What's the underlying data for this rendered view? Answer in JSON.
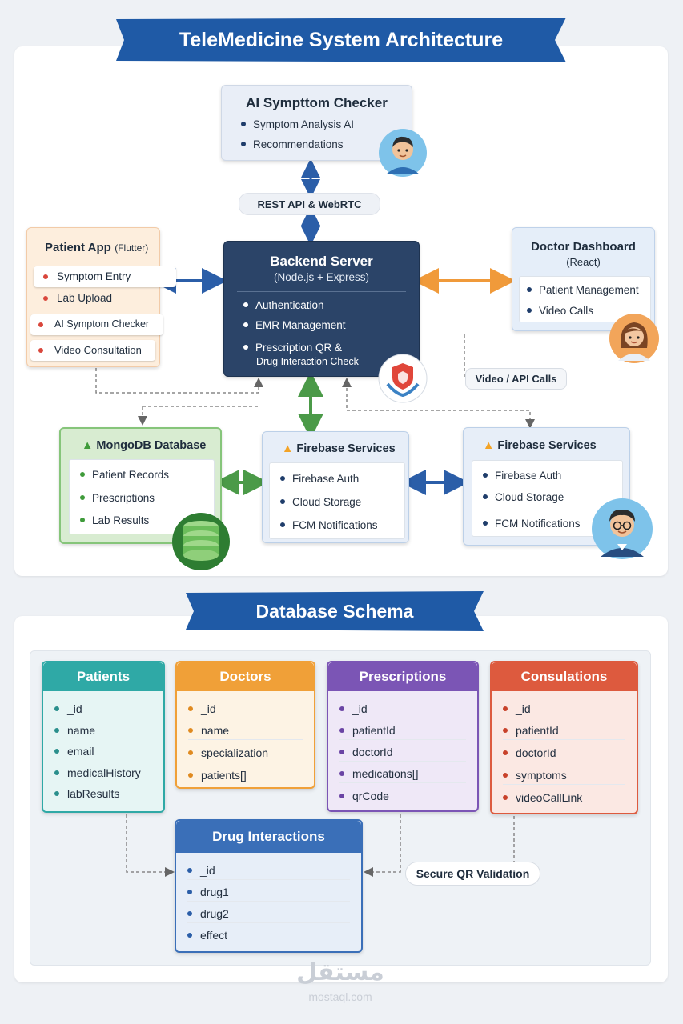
{
  "title": "TeleMedicine System Architecture",
  "ai_checker": {
    "title": "AI Sympttom Checker",
    "items": [
      "Symptom Analysis AI",
      "Recommendations"
    ]
  },
  "rest_label": "REST API & WebRTC",
  "patient_app": {
    "title": "Patient App",
    "subtitle": "(Flutter)",
    "items": [
      "Symptom Entry",
      "Lab Upload",
      "AI Symptom Checker",
      "Video Consultation"
    ]
  },
  "backend": {
    "title": "Backend Server",
    "subtitle": "(Node.js + Express)",
    "items": [
      "Authentication",
      "EMR Management",
      "Prescription QR &"
    ],
    "item_cont": "Drug Interaction Check"
  },
  "doctor_dashboard": {
    "title": "Doctor Dashboard",
    "subtitle": "(React)",
    "items": [
      "Patient Management",
      "Video Calls"
    ]
  },
  "video_api_label": "Video / API Calls",
  "mongodb": {
    "title": "MongoDB Database",
    "items": [
      "Patient Records",
      "Prescriptions",
      "Lab Results"
    ]
  },
  "firebase1": {
    "title": "Firebase Services",
    "items": [
      "Firebase Auth",
      "Cloud Storage",
      "FCM Notifications"
    ]
  },
  "firebase2": {
    "title": "Firebase Services",
    "items": [
      "Firebase Auth",
      "Cloud Storage",
      "FCM Notifications"
    ]
  },
  "schema_title": "Database Schema",
  "tables": {
    "patients": {
      "name": "Patients",
      "fields": [
        "_id",
        "name",
        "email",
        "medicalHistory",
        "labResults"
      ]
    },
    "doctors": {
      "name": "Doctors",
      "fields": [
        "_id",
        "name",
        "specialization",
        "patients[]"
      ]
    },
    "prescriptions": {
      "name": "Prescriptions",
      "fields": [
        "_id",
        "patientId",
        "doctorId",
        "medications[]",
        "qrCode"
      ]
    },
    "consultations": {
      "name": "Consulations",
      "fields": [
        "_id",
        "patientId",
        "doctorId",
        "symptoms",
        "videoCallLink"
      ]
    },
    "drug_interactions": {
      "name": "Drug Interactions",
      "fields": [
        "_id",
        "drug1",
        "drug2",
        "effect"
      ]
    }
  },
  "qr_label": "Secure QR Validation",
  "watermark": {
    "arabic": "مستقل",
    "site": "mostaql.com"
  },
  "colors": {
    "banner": "#1f5aa6",
    "backend": "#2b4468",
    "patients": "#2fa9a6",
    "doctors": "#f0a038",
    "prescriptions": "#7b55b5",
    "consultations": "#dd5a3e",
    "drug": "#3a6fb8"
  }
}
